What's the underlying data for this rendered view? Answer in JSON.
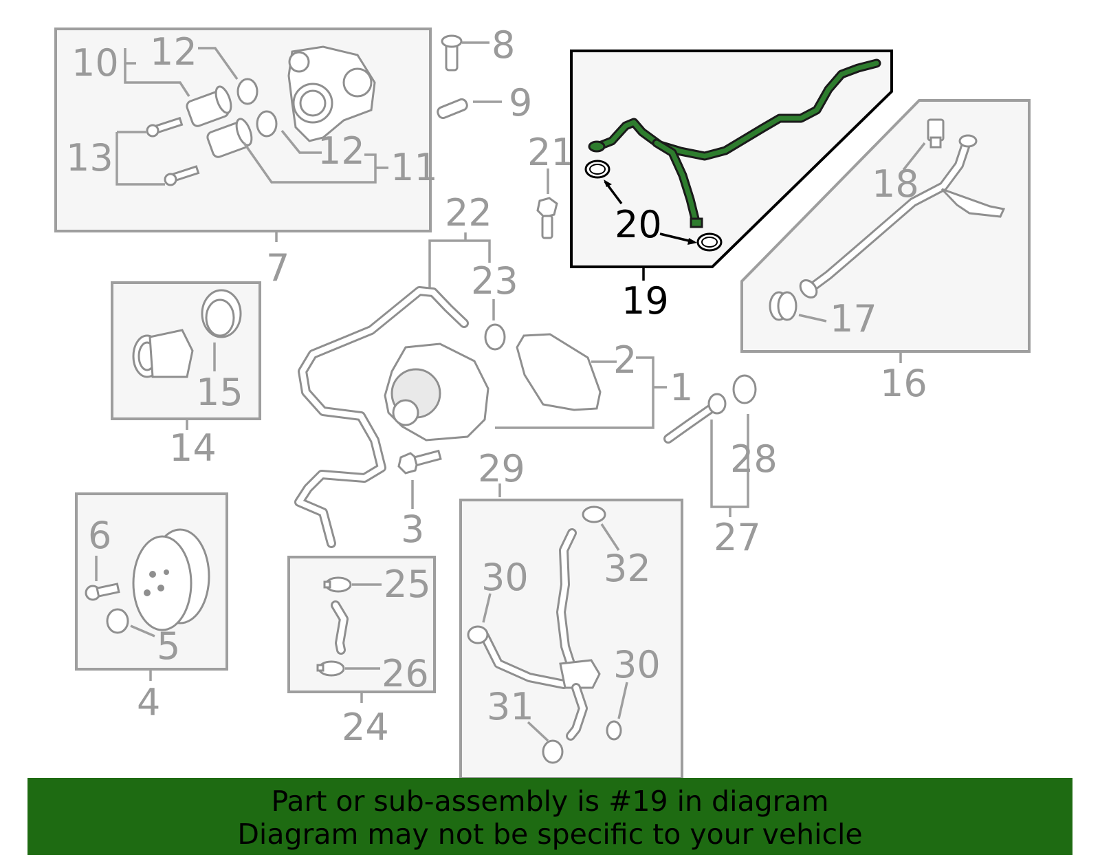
{
  "diagram": {
    "highlight_color": "#2e7d2e",
    "callouts": {
      "n1": "1",
      "n2": "2",
      "n3": "3",
      "n4": "4",
      "n5": "5",
      "n6": "6",
      "n7": "7",
      "n8": "8",
      "n9": "9",
      "n10": "10",
      "n11": "11",
      "n12a": "12",
      "n12b": "12",
      "n13": "13",
      "n14": "14",
      "n15": "15",
      "n16": "16",
      "n17": "17",
      "n18": "18",
      "n19": "19",
      "n20": "20",
      "n21": "21",
      "n22": "22",
      "n23": "23",
      "n24": "24",
      "n25": "25",
      "n26": "26",
      "n27": "27",
      "n28": "28",
      "n29": "29",
      "n30a": "30",
      "n30b": "30",
      "n31": "31",
      "n32": "32"
    }
  },
  "banner": {
    "background": "#1e6b12",
    "line1": "Part or sub-assembly is #19 in diagram",
    "line2": "Diagram may not be specific to your vehicle"
  }
}
